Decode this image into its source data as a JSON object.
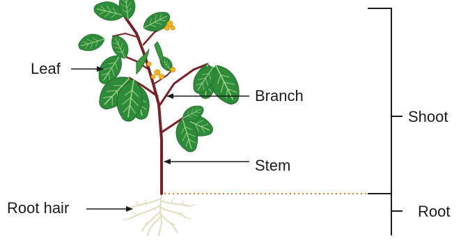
{
  "diagram": {
    "labels": {
      "leaf": "Leaf",
      "branch": "Branch",
      "stem": "Stem",
      "root_hair": "Root hair",
      "shoot": "Shoot",
      "root": "Root"
    }
  },
  "colors": {
    "stem": "#7a1f24",
    "leaf": "#2e8b3a",
    "leaf_vein": "#a6d98e",
    "flower": "#f2b51c",
    "root": "#eae6c8",
    "soil_line": "#e07a1f",
    "line": "#1a1a1a"
  },
  "icons": {
    "plant": "bean-plant-illustration",
    "root": "fibrous-root-illustration"
  }
}
